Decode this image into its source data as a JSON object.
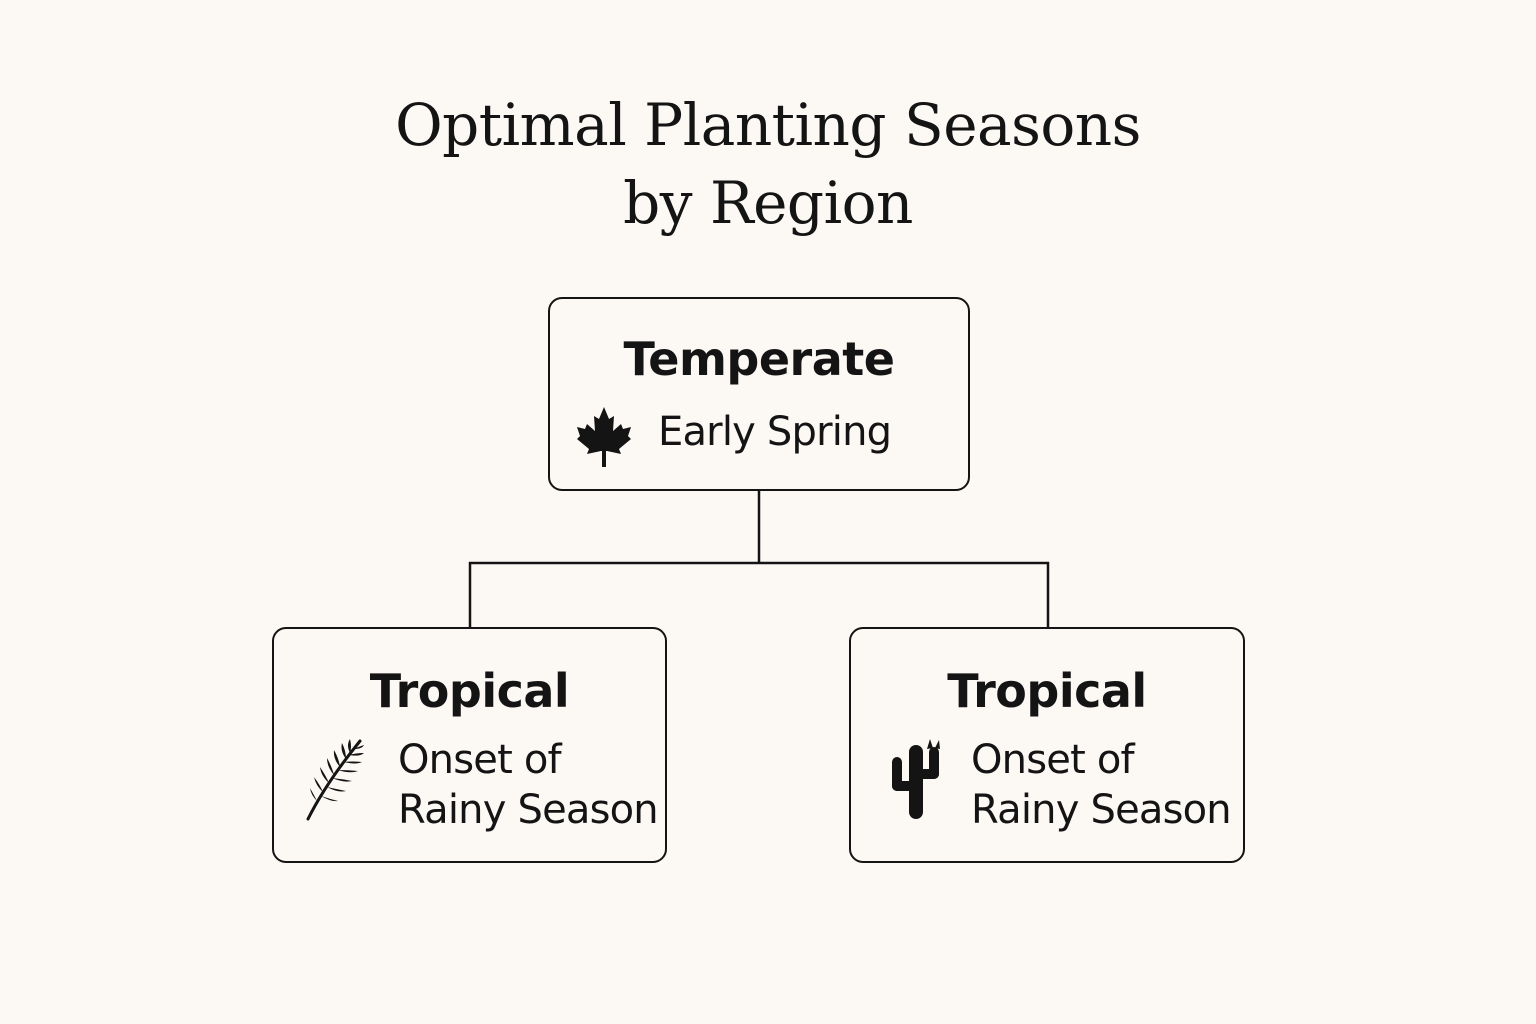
{
  "title": {
    "line1": "Optimal Planting Seasons",
    "line2": "by Region"
  },
  "nodes": {
    "top": {
      "title": "Temperate",
      "icon": "maple-leaf-icon",
      "text": "Early Spring"
    },
    "left": {
      "title": "Tropical",
      "icon": "palm-leaf-icon",
      "text_line1": "Onset of",
      "text_line2": "Rainy Season"
    },
    "right": {
      "title": "Tropical",
      "icon": "cactus-icon",
      "text_line1": "Onset of",
      "text_line2": "Rainy Season"
    }
  },
  "colors": {
    "background": "#fcf9f5",
    "ink": "#141414"
  }
}
